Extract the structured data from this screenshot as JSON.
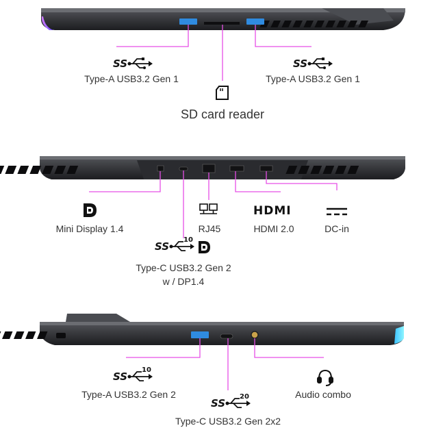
{
  "colors": {
    "connector": "#e64fe6",
    "body": "#3a3b3f",
    "body_dark": "#232428",
    "usb_blue": "#2f8be0",
    "rgb_left": "#c06bff",
    "rgb_right": "#6ee8ff",
    "text": "#333333",
    "icon": "#111111"
  },
  "panels": {
    "top": {
      "ports": [
        {
          "label": "Type-A USB3.2 Gen 1",
          "icon": "ss-usb-icon"
        },
        {
          "label": "SD card reader",
          "icon": "sd-card-icon"
        },
        {
          "label": "Type-A USB3.2 Gen 1",
          "icon": "ss-usb-icon"
        }
      ]
    },
    "middle": {
      "ports": [
        {
          "label": "Mini Display 1.4",
          "icon": "displayport-icon"
        },
        {
          "label": "RJ45",
          "icon": "rj45-icon"
        },
        {
          "label": "HDMI 2.0",
          "icon": "hdmi-icon"
        },
        {
          "label": "DC-in",
          "icon": "dc-in-icon"
        }
      ],
      "typec": {
        "line1": "Type-C USB3.2 Gen 2",
        "line2": "w / DP1.4",
        "icon": "ss-usb-10-icon"
      }
    },
    "bottom": {
      "ports": [
        {
          "label": "Type-A USB3.2 Gen 2",
          "icon": "ss-usb-10-icon"
        },
        {
          "label": "Type-C USB3.2 Gen 2x2",
          "icon": "ss-usb-20-icon"
        },
        {
          "label": "Audio combo",
          "icon": "headset-icon"
        }
      ]
    }
  },
  "icon_text": {
    "hdmi": "HDMI",
    "usb10": "10",
    "usb20": "20"
  }
}
